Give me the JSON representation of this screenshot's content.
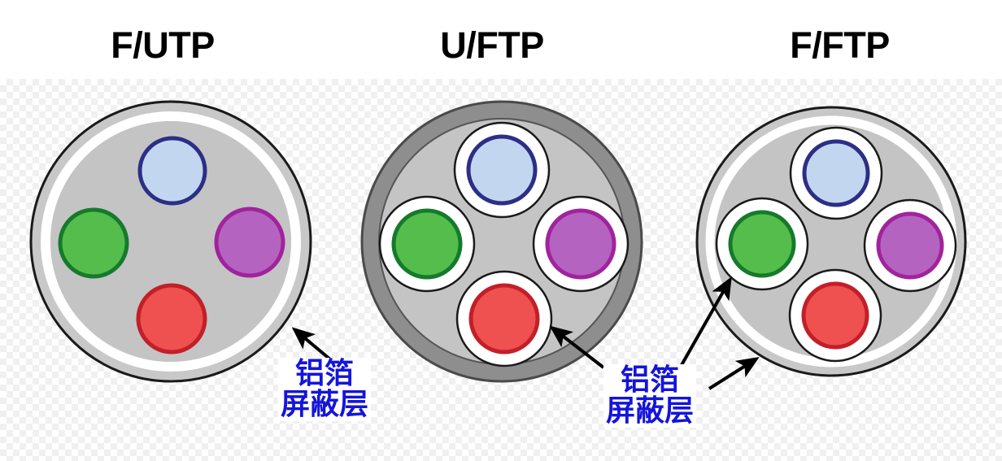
{
  "diagram": {
    "title_row": [
      {
        "label": "F/UTP"
      },
      {
        "label": "U/FTP"
      },
      {
        "label": "F/FTP"
      }
    ],
    "annotations": [
      {
        "line1": "铝箔",
        "line2": "屏蔽层"
      },
      {
        "line1": "铝箔",
        "line2": "屏蔽层"
      }
    ],
    "cables": [
      {
        "name": "F/UTP",
        "overall_foil_shield": true,
        "per_pair_foil_shield": false,
        "jacket_color": "#c8c8c8",
        "jacket_outline": "#1a1a1a",
        "foil_color": "#ffffff",
        "core_fill": "#c4c4c4",
        "pairs": [
          {
            "position": "top",
            "fill": "#c3d6f0",
            "stroke": "#2b2f85"
          },
          {
            "position": "left",
            "fill": "#55bd4b",
            "stroke": "#157a2c"
          },
          {
            "position": "right",
            "fill": "#b464c0",
            "stroke": "#a1239c"
          },
          {
            "position": "bottom",
            "fill": "#ef5050",
            "stroke": "#c21f28"
          }
        ]
      },
      {
        "name": "U/FTP",
        "overall_foil_shield": false,
        "per_pair_foil_shield": true,
        "jacket_color": "#8e8e8e",
        "jacket_outline": "#4a4a4a",
        "foil_color": "#ffffff",
        "core_fill": "#c4c4c4",
        "pairs": [
          {
            "position": "top",
            "fill": "#c3d6f0",
            "stroke": "#2b2f85"
          },
          {
            "position": "left",
            "fill": "#55bd4b",
            "stroke": "#157a2c"
          },
          {
            "position": "right",
            "fill": "#b464c0",
            "stroke": "#a1239c"
          },
          {
            "position": "bottom",
            "fill": "#ef5050",
            "stroke": "#c21f28"
          }
        ]
      },
      {
        "name": "F/FTP",
        "overall_foil_shield": true,
        "per_pair_foil_shield": true,
        "jacket_color": "#c8c8c8",
        "jacket_outline": "#1a1a1a",
        "foil_color": "#ffffff",
        "core_fill": "#c4c4c4",
        "pairs": [
          {
            "position": "top",
            "fill": "#c3d6f0",
            "stroke": "#2b2f85"
          },
          {
            "position": "left",
            "fill": "#55bd4b",
            "stroke": "#157a2c"
          },
          {
            "position": "right",
            "fill": "#b464c0",
            "stroke": "#a1239c"
          },
          {
            "position": "bottom",
            "fill": "#ef5050",
            "stroke": "#c21f28"
          }
        ]
      }
    ],
    "pointer_arrows": [
      {
        "target": "futp-overall-foil"
      },
      {
        "target": "uftp-pair-foil"
      },
      {
        "target": "fftp-pair-foil"
      },
      {
        "target": "fftp-overall-foil"
      }
    ],
    "background": {
      "checkerboard": "transparent-pattern",
      "page_color": "#ffffff"
    }
  }
}
